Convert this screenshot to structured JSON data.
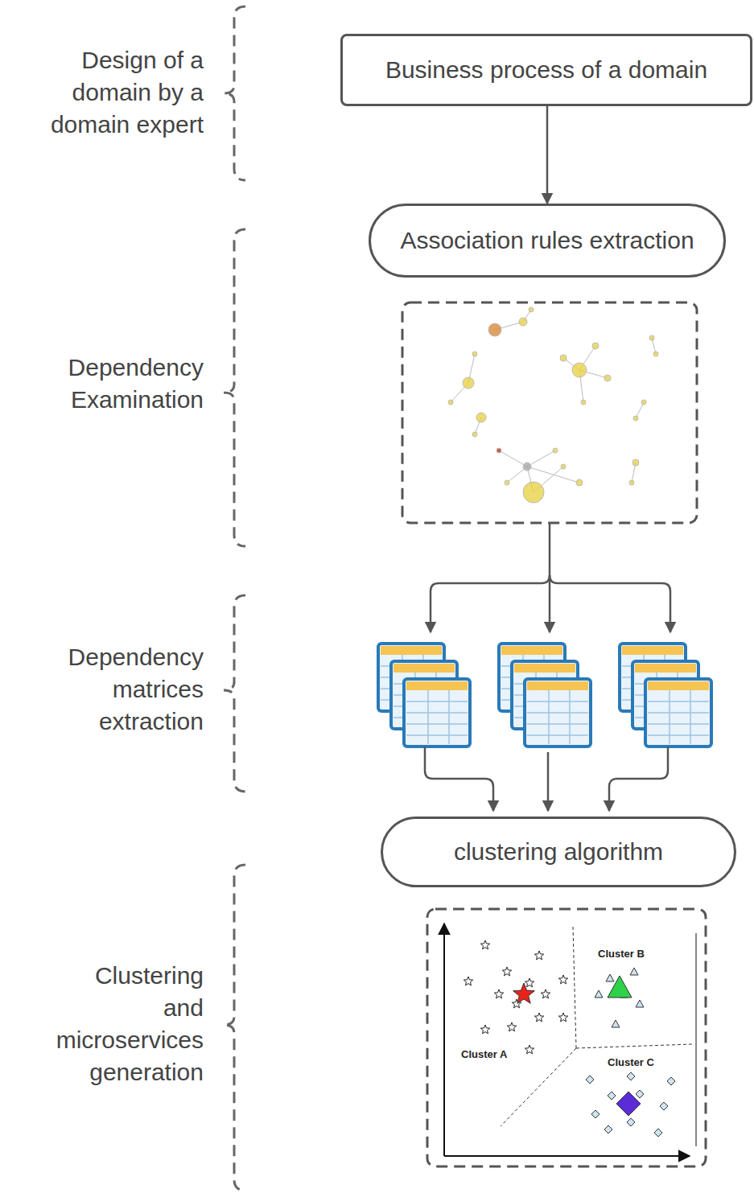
{
  "diagram": {
    "nodes": [
      {
        "text": [
          "Business process of a domain"
        ]
      },
      {
        "text": [
          "Association rules extraction"
        ]
      },
      {
        "text": [
          "clustering algorithm"
        ]
      }
    ],
    "edges": [
      {
        "from": 0,
        "to": 1,
        "arrow": "to"
      }
    ],
    "labels": [
      "Design of a domain by a domain expert",
      "Dependency Examination",
      "Dependency matrices extraction",
      "Clustering and microservices generation",
      "Cluster B",
      "Cluster A",
      "Cluster C"
    ]
  }
}
